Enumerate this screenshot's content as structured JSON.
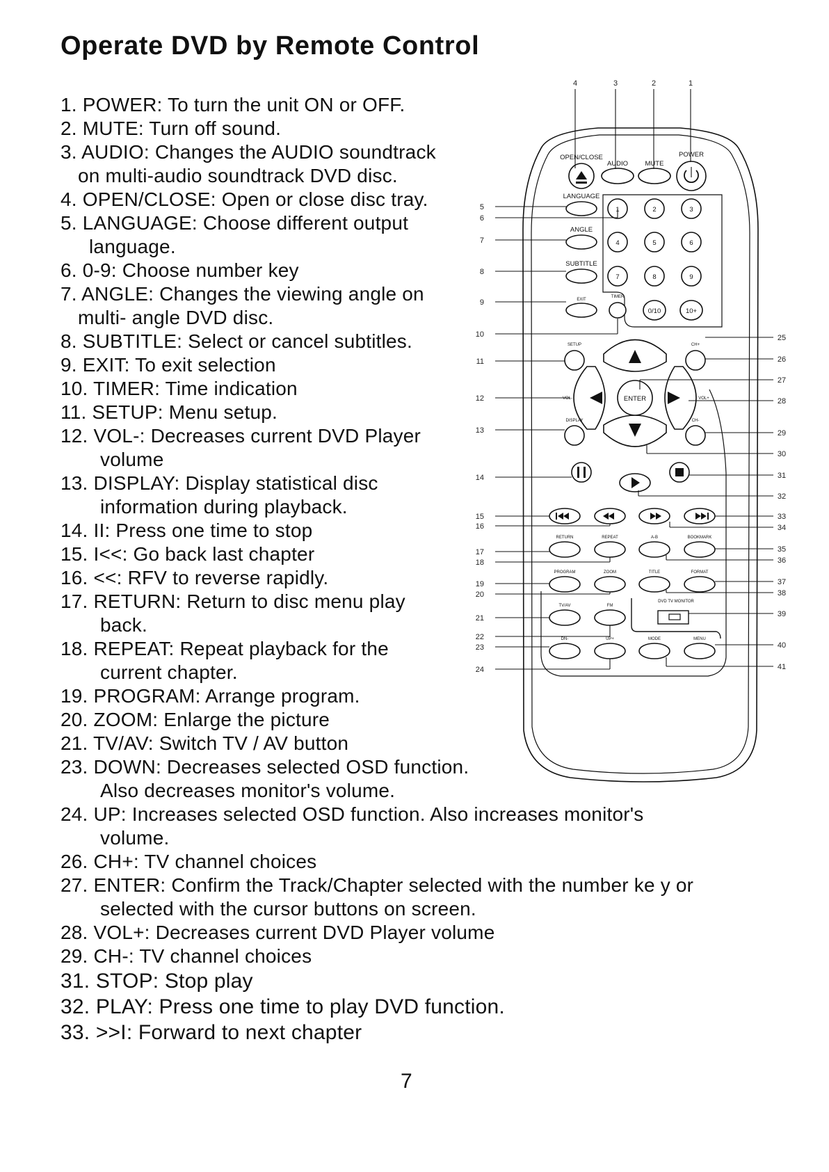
{
  "title": "Operate DVD by Remote Control",
  "items": [
    {
      "line1": "1. POWER: To turn the unit ON or OFF.",
      "line2": ""
    },
    {
      "line1": "2. MUTE: Turn off sound.",
      "line2": ""
    },
    {
      "line1": "3. AUDIO: Changes the AUDIO soundtrack",
      "line2": "on multi-audio soundtrack DVD disc."
    },
    {
      "line1": "4. OPEN/CLOSE: Open or close disc tray.",
      "line2": ""
    },
    {
      "line1": "5. LANGUAGE: Choose different output",
      "line2": "language."
    },
    {
      "line1": "6. 0-9: Choose number key",
      "line2": ""
    },
    {
      "line1": "7. ANGLE: Changes the viewing angle on",
      "line2": "multi-  angle DVD disc."
    },
    {
      "line1": "8. SUBTITLE: Select or cancel subtitles.",
      "line2": ""
    },
    {
      "line1": "9. EXIT: To exit selection",
      "line2": ""
    },
    {
      "line1": "10. TIMER: Time indication",
      "line2": ""
    },
    {
      "line1": "11. SETUP: Menu setup.",
      "line2": ""
    },
    {
      "line1": "12. VOL-: Decreases current DVD Player",
      "line2": "volume"
    },
    {
      "line1": "13. DISPLAY: Display statistical disc",
      "line2": "information during playback."
    },
    {
      "line1": "14. II: Press one time to stop",
      "line2": ""
    },
    {
      "line1": "15. I<<: Go back last chapter",
      "line2": ""
    },
    {
      "line1": "16. <<: RFV to reverse rapidly.",
      "line2": ""
    },
    {
      "line1": "17. RETURN: Return to disc menu play",
      "line2": "back."
    },
    {
      "line1": "18. REPEAT: Repeat playback for the",
      "line2": "current chapter."
    },
    {
      "line1": "19. PROGRAM: Arrange program.",
      "line2": ""
    },
    {
      "line1": "20. ZOOM: Enlarge the picture",
      "line2": ""
    },
    {
      "line1": "21. TV/AV: Switch TV / AV button",
      "line2": ""
    },
    {
      "line1": "23. DOWN: Decreases selected OSD function.",
      "line2": "Also decreases monitor's volume."
    },
    {
      "line1": "24. UP: Increases selected OSD function. Also increases  monitor's",
      "line2": "volume."
    },
    {
      "line1": "26. CH+: TV channel choices",
      "line2": ""
    },
    {
      "line1": "27. ENTER: Confirm the Track/Chapter selected with the number ke  y or",
      "line2": "selected with the cursor buttons on screen."
    },
    {
      "line1": "28. VOL+: Decreases current DVD Player volume",
      "line2": ""
    },
    {
      "line1": "29. CH-: TV channel choices",
      "line2": ""
    },
    {
      "line1": "31. STOP: Stop play",
      "line2": ""
    },
    {
      "line1": "32. PLAY: Press one time to play DVD function.",
      "line2": ""
    },
    {
      "line1": "33. >>I: Forward to next chapter",
      "line2": ""
    }
  ],
  "page_number": "7",
  "remote": {
    "labels": {
      "open_close": "OPEN/CLOSE",
      "audio": "AUDIO",
      "mute": "MUTE",
      "power": "POWER",
      "language": "LANGUAGE",
      "angle": "ANGLE",
      "subtitle": "SUBTITLE",
      "exit": "EXIT",
      "timer": "TIMER",
      "setup": "SETUP",
      "ch_plus": "CH+",
      "vol_minus": "VOL-",
      "vol_plus": "VOL+",
      "enter": "ENTER",
      "display": "DISPLAY",
      "ch_minus": "CH-",
      "return": "RETURN",
      "repeat": "REPEAT",
      "ab": "A-B",
      "bookmark": "BOOKMARK",
      "program": "PROGRAM",
      "zoom": "ZOOM",
      "title": "TITLE",
      "format": "FORMAT",
      "tvav": "TV/AV",
      "fm": "FM",
      "dvd_tv_monitor": "DVD  TV  MONITOR",
      "dn": "DN-",
      "up": "UP+",
      "mode": "MODE",
      "menu": "MENU"
    },
    "digits": [
      "1",
      "2",
      "3",
      "4",
      "5",
      "6",
      "7",
      "8",
      "9",
      "0/10",
      "10+"
    ],
    "callouts_top": [
      "4",
      "3",
      "2",
      "1"
    ],
    "callouts_left": [
      "5",
      "6",
      "7",
      "8",
      "9",
      "10",
      "11",
      "12",
      "13",
      "14",
      "15",
      "16",
      "17",
      "18",
      "19",
      "20",
      "21",
      "22",
      "23",
      "24"
    ],
    "callouts_right": [
      "25",
      "26",
      "27",
      "28",
      "29",
      "30",
      "31",
      "32",
      "33",
      "34",
      "35",
      "36",
      "37",
      "38",
      "39",
      "40",
      "41"
    ]
  }
}
